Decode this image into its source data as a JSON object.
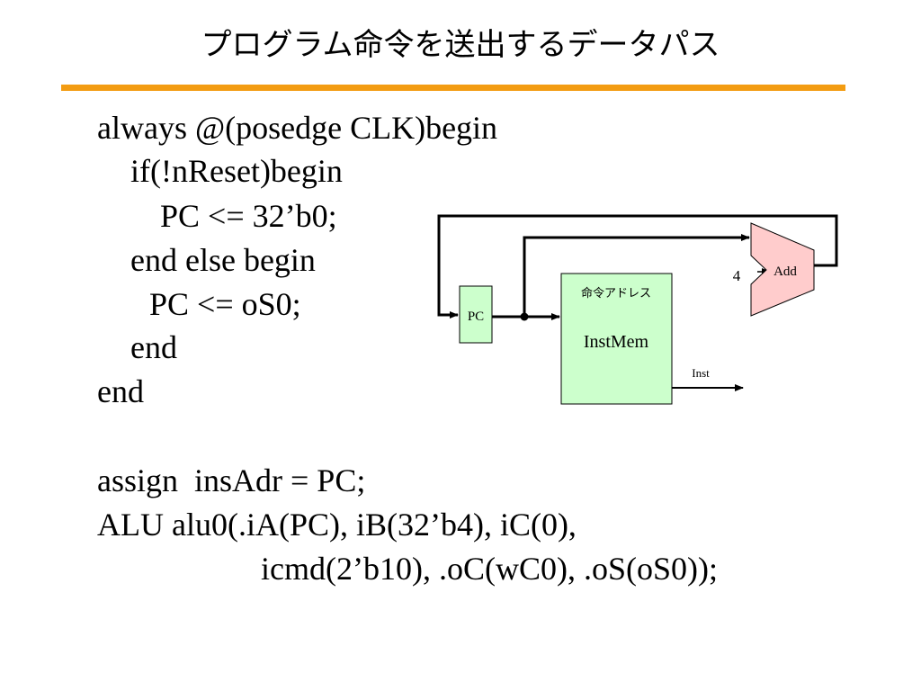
{
  "slide": {
    "title": "プログラム命令を送出するデータパス"
  },
  "code": {
    "lines": [
      "always @(posedge CLK)begin",
      "if(!nReset)begin",
      "PC <= 32’b0;",
      "end else begin",
      "PC <= oS0;",
      "end",
      "end",
      "assign  insAdr = PC;",
      "ALU alu0(.iA(PC), iB(32’b4), iC(0),",
      "icmd(2’b10), .oC(wC0), .oS(oS0));"
    ]
  },
  "diagram": {
    "pc_label": "PC",
    "instmem_sublabel": "命令アドレス",
    "instmem_label": "InstMem",
    "add_label": "Add",
    "constant_label": "4",
    "inst_label": "Inst",
    "colors": {
      "block_fill": "#ccffcc",
      "adder_fill": "#ffcccc",
      "wire": "#000000"
    }
  }
}
